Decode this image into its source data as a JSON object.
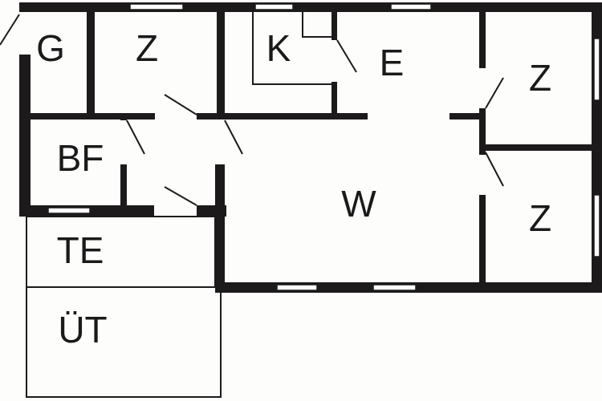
{
  "title": "Floor plan",
  "rooms": {
    "garage": "G",
    "bedroom_1": "Z",
    "kitchen": "K",
    "dining": "E",
    "bedroom_2": "Z",
    "bathroom": "BF",
    "living": "W",
    "bedroom_3": "Z",
    "terrace": "TE",
    "covered_terrace": "ÜT"
  }
}
